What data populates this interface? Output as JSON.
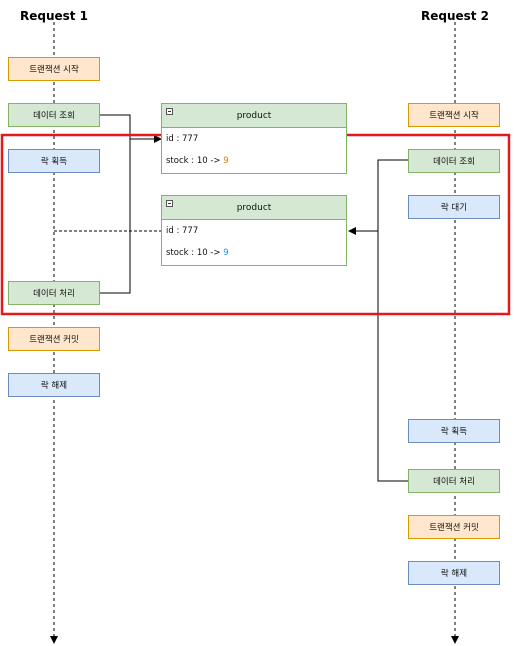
{
  "headers": {
    "request1": "Request 1",
    "request2": "Request 2"
  },
  "request1": {
    "tx_start": "트랜잭션 시작",
    "read": "데이터 조회",
    "lock_acquire": "락 획득",
    "process": "데이터 처리",
    "tx_commit": "트랜잭션 커밋",
    "lock_release": "락 해제"
  },
  "request2": {
    "tx_start": "트랜잭션 시작",
    "read": "데이터 조회",
    "lock_wait": "락 대기",
    "lock_acquire": "락 획득",
    "process": "데이터 처리",
    "tx_commit": "트랜잭션 커밋",
    "lock_release": "락 해제"
  },
  "table1": {
    "title": "product",
    "id": "id : 777",
    "stock_prefix": "stock : 10 -> ",
    "stock_value": "9"
  },
  "table2": {
    "title": "product",
    "id": "id : 777",
    "stock_prefix": "stock : 10 -> ",
    "stock_value": "9"
  },
  "colors": {
    "orange_fill": "#ffe6cc",
    "green_fill": "#d5e8d4",
    "blue_fill": "#dae8fc",
    "highlight_border": "#e31a1c",
    "value_orange": "#e07b00",
    "value_blue": "#2f8cde"
  }
}
